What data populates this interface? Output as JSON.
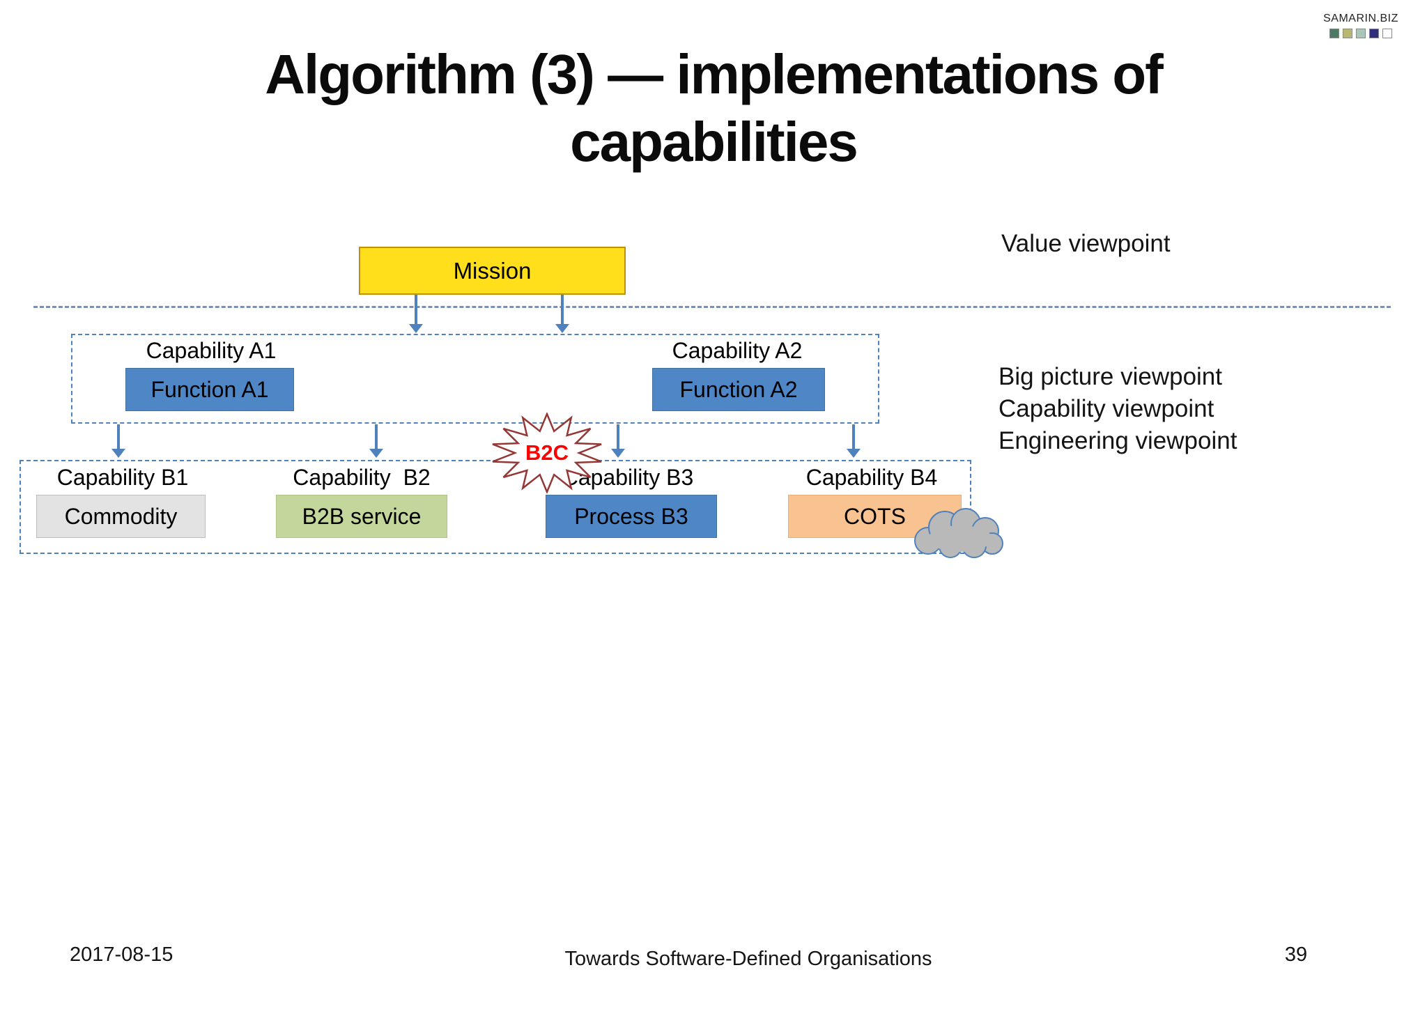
{
  "logo": {
    "text": "SAMARIN.BIZ",
    "square_colors": [
      "#4a7a62",
      "#b5ba70",
      "#a9c6b6",
      "#312f7e",
      "#ffffff"
    ]
  },
  "slide": {
    "title_line1": "Algorithm (3) — implementations of",
    "title_line2": "capabilities"
  },
  "annotations": {
    "value_viewpoint": "Value viewpoint",
    "right_viewpoints": [
      "Big picture viewpoint",
      "Capability viewpoint",
      "Engineering viewpoint"
    ]
  },
  "diagram": {
    "mission_label": "Mission",
    "row_a": [
      {
        "capability": "Capability A1",
        "implementation": "Function A1"
      },
      {
        "capability": "Capability A2",
        "implementation": "Function A2"
      }
    ],
    "row_b": [
      {
        "capability": "Capability B1",
        "implementation": "Commodity"
      },
      {
        "capability": "Capability  B2",
        "implementation": "B2B service"
      },
      {
        "capability": "Capability B3",
        "implementation": "Process B3"
      },
      {
        "capability": "Capability B4",
        "implementation": "COTS"
      }
    ],
    "burst_label": "B2C",
    "colors": {
      "mission_fill": "#ffdf1c",
      "mission_border": "#bf9000",
      "function_fill": "#4e86c6",
      "commodity_fill": "#e3e3e3",
      "b2b_service_fill": "#c3d69b",
      "process_fill": "#4e86c6",
      "cots_fill": "#f9c291",
      "accent_blue": "#4f81bd",
      "dashed_line_blue": "#6f94c4",
      "burst_outline": "#943634",
      "burst_text": "#ff0000",
      "cloud_fill": "#b9b9b9"
    }
  },
  "footer": {
    "date": "2017-08-15",
    "deck_title": "Towards Software-Defined Organisations",
    "page_number": "39"
  }
}
